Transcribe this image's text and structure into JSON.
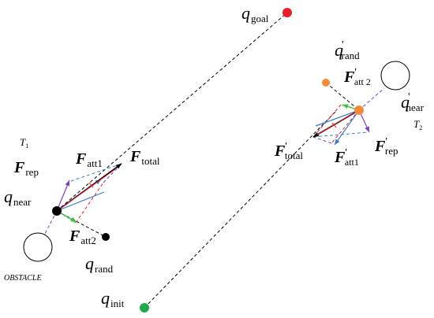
{
  "colors": {
    "goal_point": "#e8202a",
    "init_point": "#1daa4a",
    "tree2_point": "#f28a3a",
    "tree1_point": "#000000",
    "red_dashed": "#e8202a",
    "green": "#3cbf3c",
    "blue": "#3b82c4",
    "purple": "#7b3fbf",
    "black": "#000000"
  },
  "labels": {
    "q": "q",
    "goal_sub": "goal",
    "init_sub": "init",
    "near_sub": "near",
    "rand_sub": "rand",
    "F": "F",
    "rep_sub": "rep",
    "att1_sub": "att1",
    "att2_sub": "att2",
    "total_sub": "total",
    "att1_sub_spaced": "att 1",
    "att2_sub_spaced": "att 2",
    "prime": "'",
    "T": "T",
    "one": "1",
    "two": "2",
    "obstacle": "OBSTACLE"
  }
}
